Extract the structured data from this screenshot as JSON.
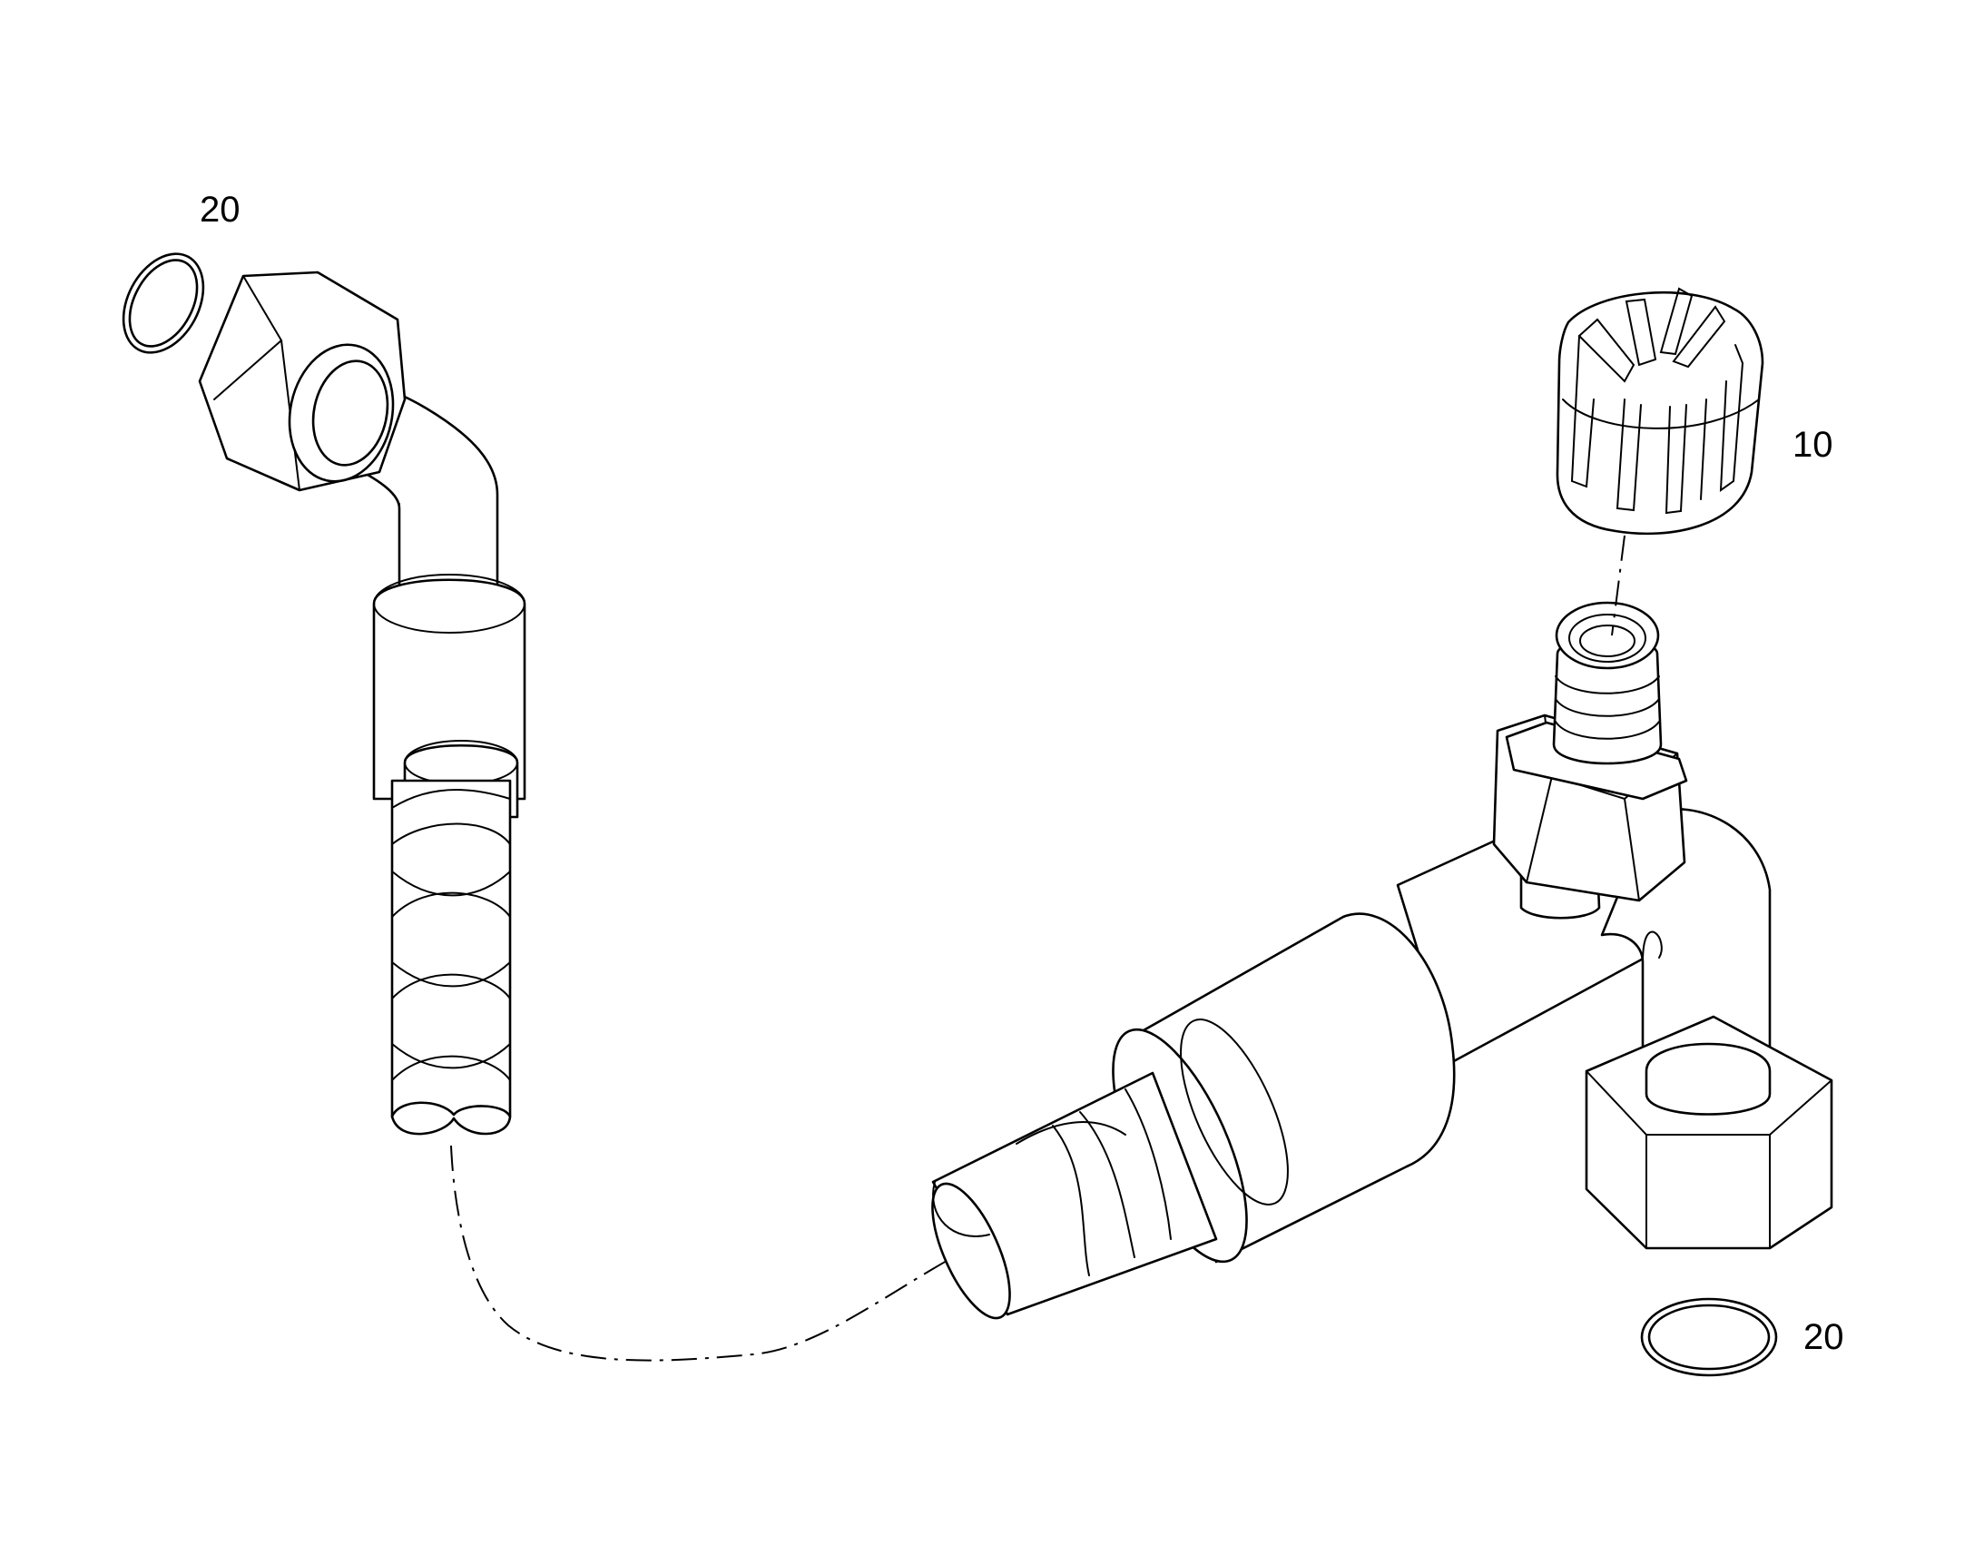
{
  "callouts": {
    "oring_top_left": "20",
    "cap": "10",
    "oring_bottom_right": "20"
  }
}
